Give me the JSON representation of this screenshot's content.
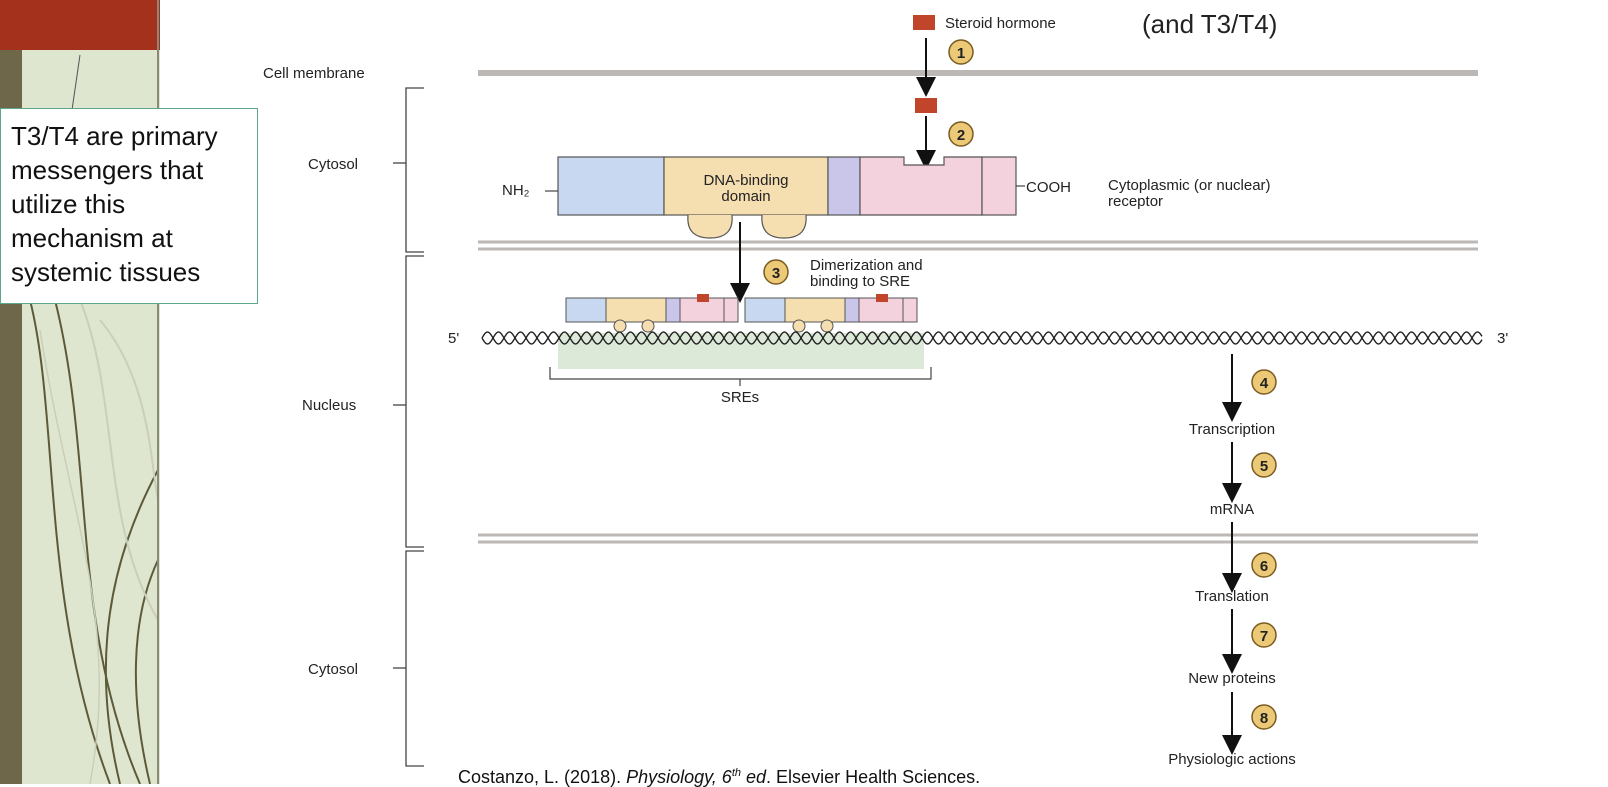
{
  "callout": {
    "text": "T3/T4 are primary messengers that utilize this mechanism at systemic tissues"
  },
  "header_note": "(and T3/T4)",
  "diagram": {
    "hormone_label": "Steroid hormone",
    "cell_membrane_label": "Cell membrane",
    "cytosol_label": "Cytosol",
    "nucleus_label": "Nucleus",
    "cytosol_bottom_label": "Cytosol",
    "nh2_label": "NH₂",
    "dna_binding_line1": "DNA-binding",
    "dna_binding_line2": "domain",
    "cooh_label": "COOH",
    "receptor_line1": "Cytoplasmic (or nuclear)",
    "receptor_line2": "receptor",
    "dimerization_line1": "Dimerization and",
    "dimerization_line2": "binding to SRE",
    "five_prime": "5'",
    "three_prime": "3'",
    "sres_label": "SREs",
    "transcription_label": "Transcription",
    "mrna_label": "mRNA",
    "translation_label": "Translation",
    "new_proteins_label": "New proteins",
    "physiologic_actions_label": "Physiologic actions",
    "steps": [
      "1",
      "2",
      "3",
      "4",
      "5",
      "6",
      "7",
      "8"
    ]
  },
  "citation": {
    "author": "Costanzo, L. (2018). ",
    "title": "Physiology, 6",
    "edition_sup": "th",
    "edition_suffix": " ed",
    "publisher": ". Elsevier Health Sciences."
  },
  "colors": {
    "accent": "#a3311c",
    "hormone": "#c0452a",
    "step_badge": "#ecc977",
    "dna_binding": "#f5deb0",
    "receptor_left": "#c8d8f0",
    "receptor_right": "#f3d2de",
    "membrane": "#bcb8b6",
    "sre_shade": "#dce8d8"
  }
}
